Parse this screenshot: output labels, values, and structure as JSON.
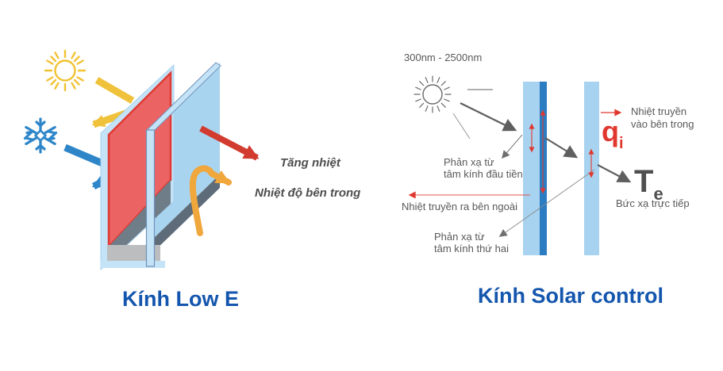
{
  "left": {
    "title": "Kính Low E",
    "labels": {
      "heat_gain": "Tăng nhiệt",
      "inside_temp": "Nhiệt độ bên trong"
    }
  },
  "right": {
    "title": "Kính Solar control",
    "wavelength": "300nm - 2500nm",
    "labels": {
      "heat_in_1": "Nhiệt truyền",
      "heat_in_2": "vào bên trong",
      "qi_main": "q",
      "qi_sub": "i",
      "te_main": "T",
      "te_sub": "e",
      "direct_radiation": "Bức xạ trực tiếp",
      "heat_out": "Nhiệt truyền ra bên ngoài",
      "reflect_first_1": "Phản xạ từ",
      "reflect_first_2": "tâm kính đầu tiền",
      "reflect_second_1": "Phản xạ từ",
      "reflect_second_2": "tâm kính thứ hai"
    }
  },
  "colors": {
    "title_blue": "#1456AE",
    "sun_yellow": "#F2C230",
    "cold_blue": "#2E86C9",
    "heat_arrow_red": "#D23B2F",
    "coating_red": "#EC6363",
    "glass_light_blue": "#A7D3F0",
    "solar_film_blue": "#2C7CC2",
    "label_gray": "#595959",
    "qi_red": "#E0382F",
    "spacer_gray": "#6F7D89",
    "base_gray": "#BBBDBF"
  }
}
